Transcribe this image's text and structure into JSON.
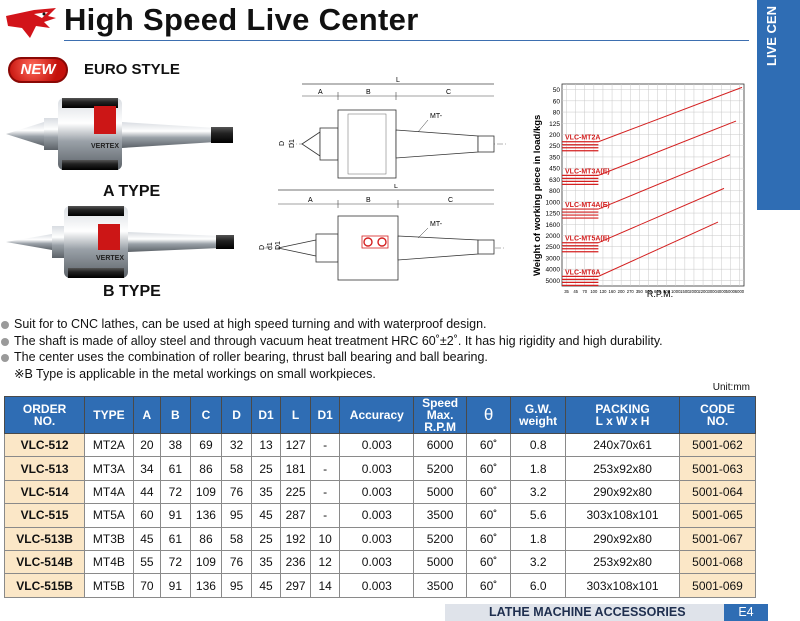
{
  "header": {
    "title": "High Speed Live Center",
    "side_tab": "LIVE CEN"
  },
  "badges": {
    "new": "NEW",
    "style": "EURO STYLE"
  },
  "products": {
    "a_type": "A TYPE",
    "b_type": "B TYPE",
    "brand": "VERTEX"
  },
  "drawings": {
    "labels": {
      "L": "L",
      "A": "A",
      "B": "B",
      "C": "C",
      "D": "D",
      "D1": "D1",
      "d1": "d1",
      "mt": "MT-"
    }
  },
  "chart_data": {
    "type": "line",
    "ylabel": "Weight of working piece in load/kgs",
    "xlabel": "R.P.M.",
    "y_ticks": [
      "50",
      "60",
      "80",
      "125",
      "200",
      "250",
      "350",
      "450",
      "630",
      "800",
      "1000",
      "1250",
      "1600",
      "2000",
      "2500",
      "3000",
      "4000",
      "5000"
    ],
    "x_ticks": [
      "35",
      "45",
      "70",
      "100",
      "130",
      "160",
      "200",
      "270",
      "350",
      "500",
      "600",
      "800",
      "1000",
      "1500",
      "2000",
      "2200",
      "3000",
      "4000",
      "5000",
      "6000"
    ],
    "series": [
      {
        "name": "VLC-MT2A"
      },
      {
        "name": "VLC-MT3A(E)"
      },
      {
        "name": "VLC-MT4A(E)"
      },
      {
        "name": "VLC-MT5A(E)"
      },
      {
        "name": "VLC-MT6A"
      }
    ],
    "line_color": "#d42020"
  },
  "bullets": [
    "Suit for to CNC lathes, can be used at high speed turning and with waterproof design.",
    "The shaft is made of alloy steel and through vacuum heat treatment HRC 60˚±2˚. It has hig rigidity and high durability.",
    "The center uses the combination of roller bearing, thrust ball bearing and ball bearing."
  ],
  "note": "※B Type is applicable in the metal workings on small workpieces.",
  "unit": "Unit:mm",
  "table": {
    "headers": [
      "ORDER\nNO.",
      "TYPE",
      "A",
      "B",
      "C",
      "D",
      "D1",
      "L",
      "D1",
      "Accuracy",
      "Speed\nMax.\nR.P.M",
      "θ",
      "G.W.\nweight",
      "PACKING\nL x W x H",
      "CODE\nNO."
    ],
    "rows": [
      [
        "VLC-512",
        "MT2A",
        "20",
        "38",
        "69",
        "32",
        "13",
        "127",
        "-",
        "0.003",
        "6000",
        "60˚",
        "0.8",
        "240x70x61",
        "5001-062"
      ],
      [
        "VLC-513",
        "MT3A",
        "34",
        "61",
        "86",
        "58",
        "25",
        "181",
        "-",
        "0.003",
        "5200",
        "60˚",
        "1.8",
        "253x92x80",
        "5001-063"
      ],
      [
        "VLC-514",
        "MT4A",
        "44",
        "72",
        "109",
        "76",
        "35",
        "225",
        "-",
        "0.003",
        "5000",
        "60˚",
        "3.2",
        "290x92x80",
        "5001-064"
      ],
      [
        "VLC-515",
        "MT5A",
        "60",
        "91",
        "136",
        "95",
        "45",
        "287",
        "-",
        "0.003",
        "3500",
        "60˚",
        "5.6",
        "303x108x101",
        "5001-065"
      ],
      [
        "VLC-513B",
        "MT3B",
        "45",
        "61",
        "86",
        "58",
        "25",
        "192",
        "10",
        "0.003",
        "5200",
        "60˚",
        "1.8",
        "290x92x80",
        "5001-067"
      ],
      [
        "VLC-514B",
        "MT4B",
        "55",
        "72",
        "109",
        "76",
        "35",
        "236",
        "12",
        "0.003",
        "5000",
        "60˚",
        "3.2",
        "253x92x80",
        "5001-068"
      ],
      [
        "VLC-515B",
        "MT5B",
        "70",
        "91",
        "136",
        "95",
        "45",
        "297",
        "14",
        "0.003",
        "3500",
        "60˚",
        "6.0",
        "303x108x101",
        "5001-069"
      ]
    ]
  },
  "footer": {
    "section": "LATHE MACHINE ACCESSORIES",
    "page": "E4"
  },
  "colors": {
    "accent_blue": "#2f6db4",
    "cell_highlight": "#fbe7c7",
    "brand_red": "#c4100b"
  }
}
